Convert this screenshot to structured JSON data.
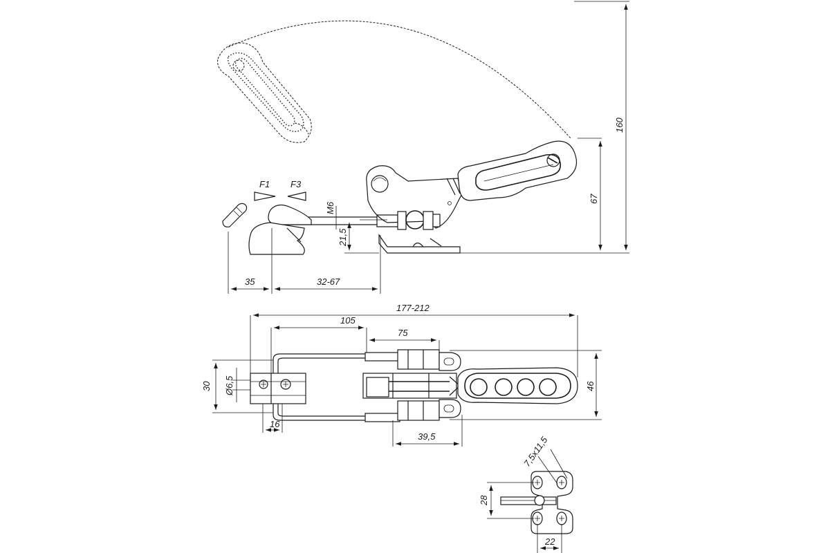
{
  "side_view": {
    "forces": [
      "F1",
      "F3"
    ],
    "dims": {
      "arc_height": "160",
      "handle_height": "67",
      "thread": "M6",
      "axis_height": "21,5",
      "hook": "35",
      "stroke": "32-67"
    }
  },
  "top_view": {
    "dims": {
      "overall": "177-212",
      "body": "105",
      "pivot": "75",
      "width": "30",
      "hole": "Ø6,5",
      "hook_width": "16",
      "base": "39,5",
      "handle_width": "46"
    }
  },
  "base_detail": {
    "dims": {
      "slot": "7,5x11,5",
      "hole_pitch_v": "28",
      "hole_pitch_h": "22"
    }
  }
}
